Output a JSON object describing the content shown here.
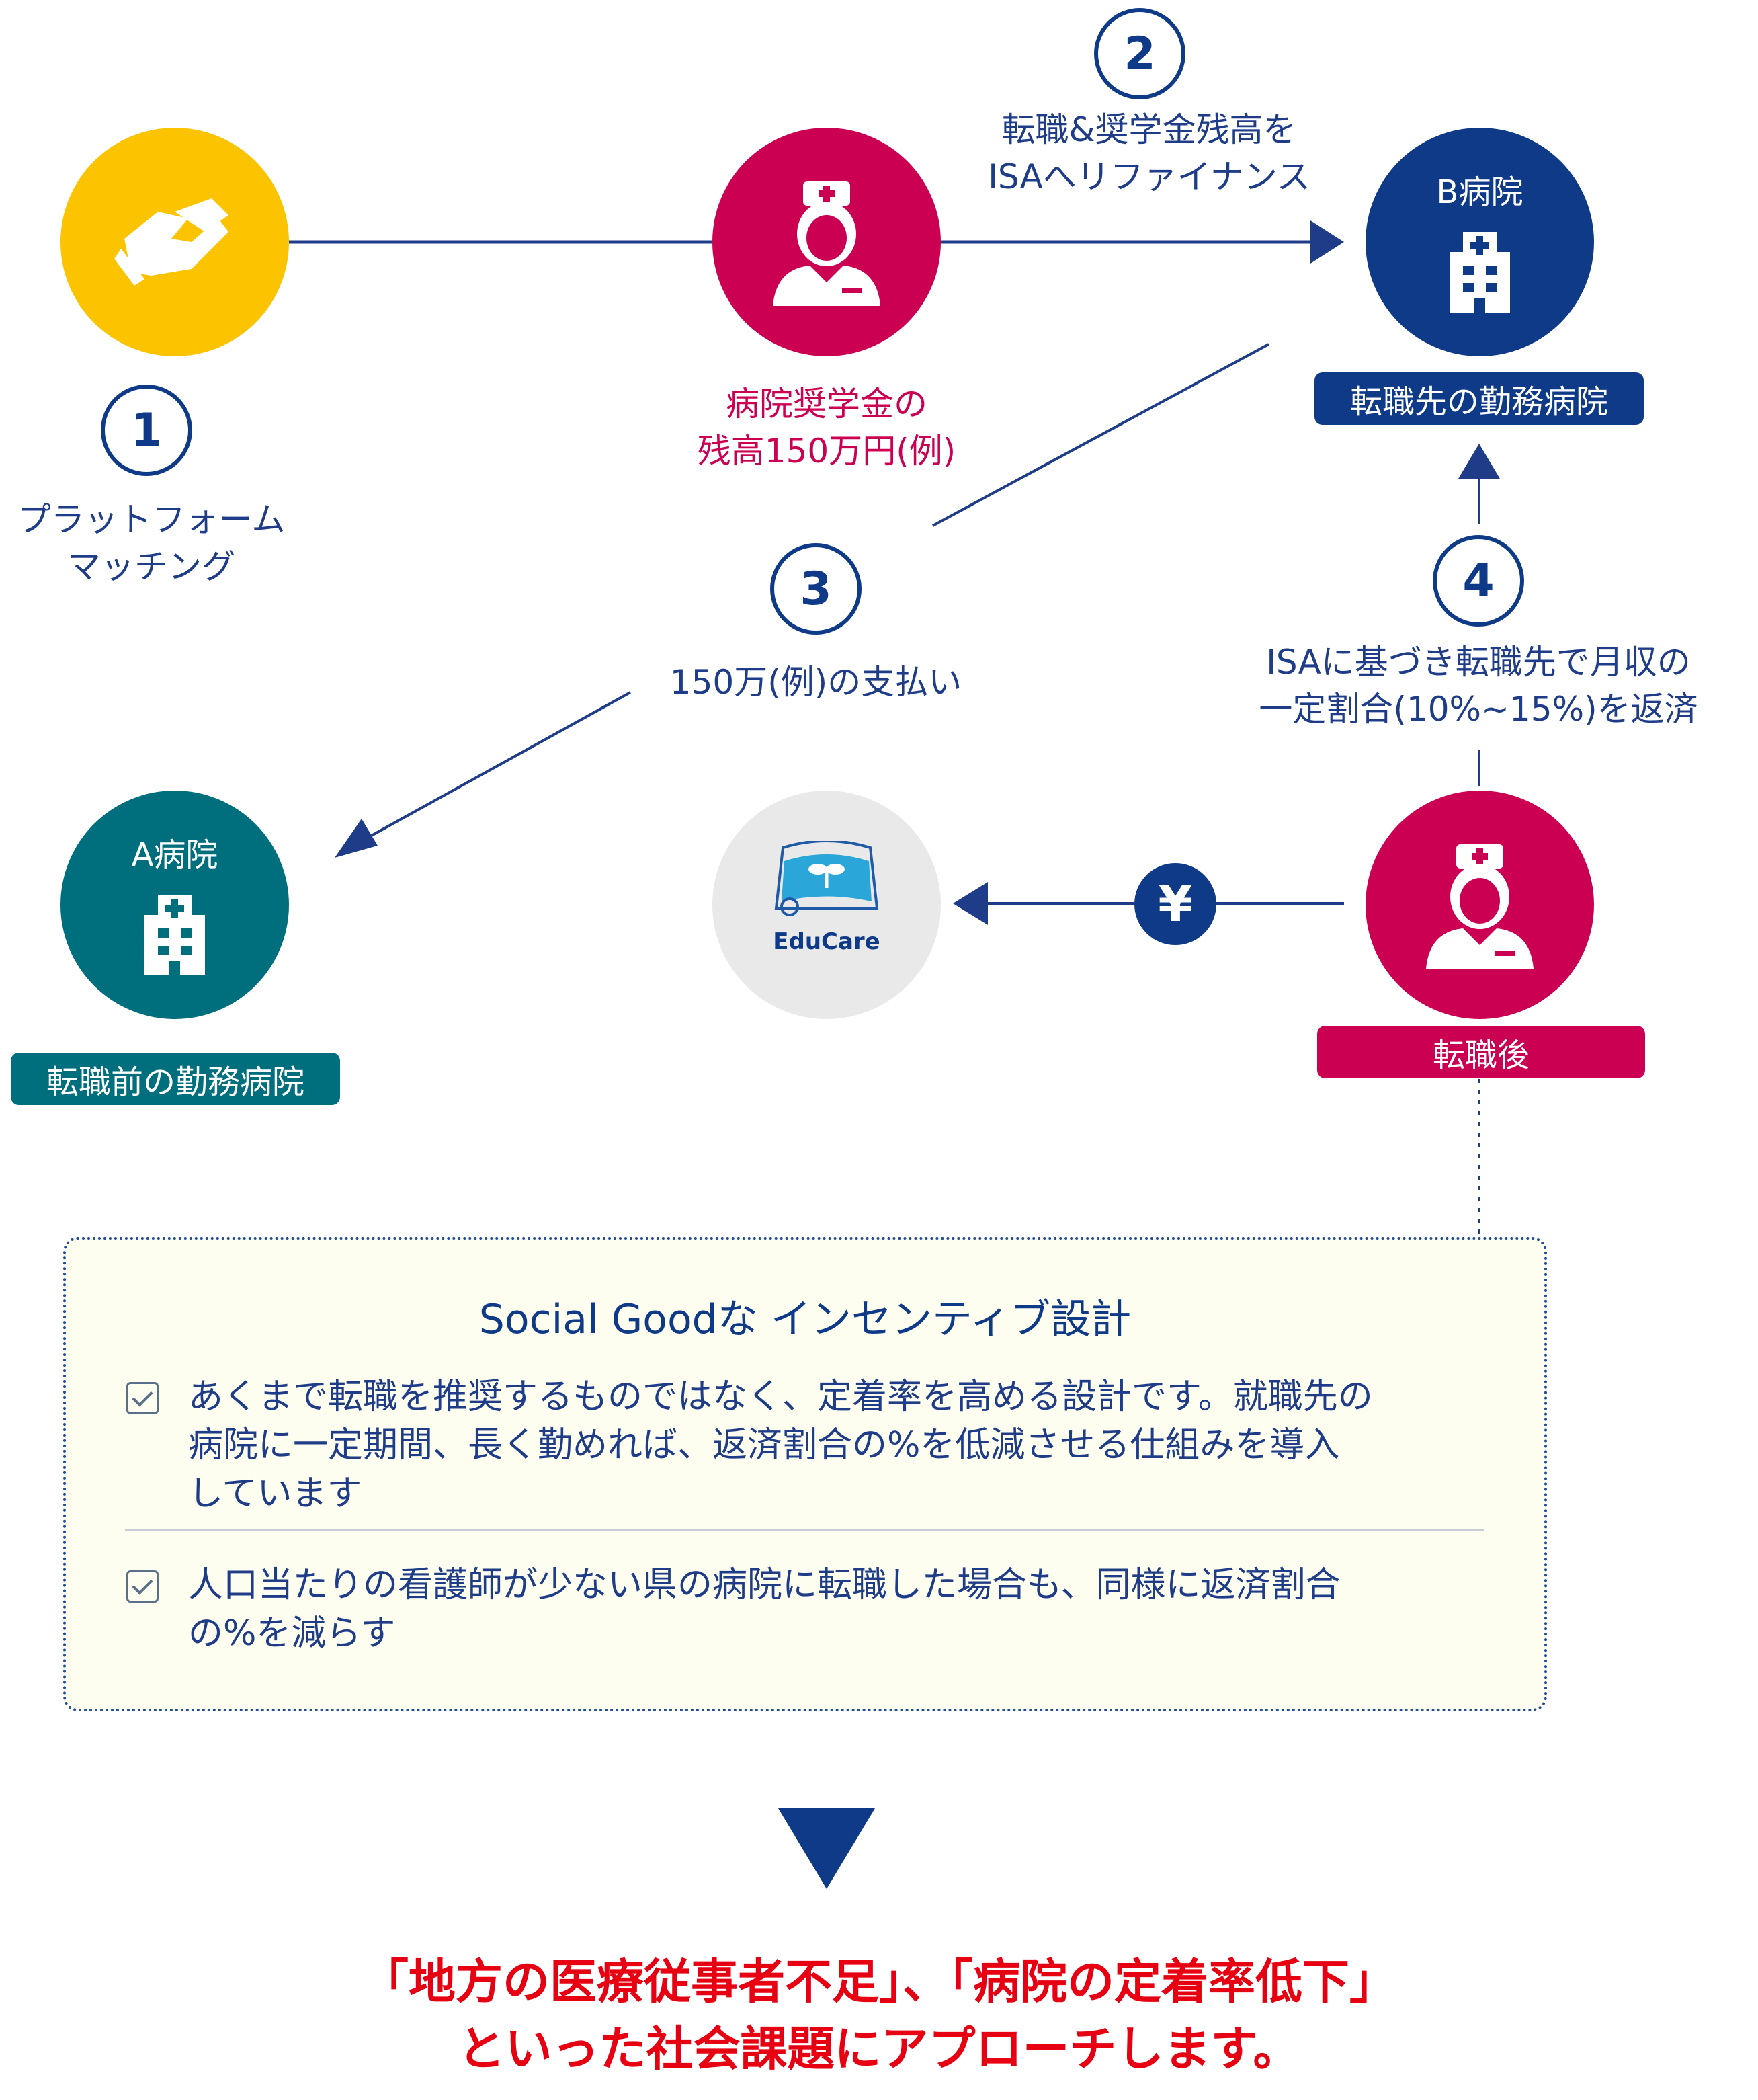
{
  "steps": {
    "s1": {
      "num": "1",
      "label_line1": "プラットフォーム",
      "label_line2": "マッチング"
    },
    "s2": {
      "num": "2",
      "label_line1": "転職&奨学金残高を",
      "label_line2": "ISAへリファイナンス"
    },
    "s3": {
      "num": "3",
      "label": "150万(例)の支払い"
    },
    "s4": {
      "num": "4",
      "label_line1": "ISAに基づき転職先で月収の",
      "label_line2": "一定割合(10%~15%)を返済"
    }
  },
  "nurse_top": {
    "label_line1": "病院奨学金の",
    "label_line2": "残高150万円(例)"
  },
  "hospital_b": {
    "name": "B病院",
    "badge": "転職先の勤務病院"
  },
  "hospital_a": {
    "name": "A病院",
    "badge": "転職前の勤務病院"
  },
  "nurse_after": {
    "badge": "転職後"
  },
  "yen": {
    "symbol": "¥"
  },
  "educare": {
    "name": "EduCare"
  },
  "panel": {
    "title": "Social Goodな インセンティブ設計",
    "items": [
      {
        "text": "あくまで転職を推奨するものではなく、定着率を高める設計です。就職先の\n病院に一定期間、長く勤めれば、返済割合の%を低減させる仕組みを導入\nしています"
      },
      {
        "text": "人口当たりの看護師が少ない県の病院に転職した場合も、同様に返済割合\nの%を減らす"
      }
    ]
  },
  "conclusion": {
    "line1": "「地方の医療従事者不足」、「病院の定着率低下」",
    "line2": "といった社会課題にアプローチします。"
  },
  "colors": {
    "navy": "#0f3a88",
    "yellow": "#fcc300",
    "crimson": "#cc0052",
    "teal": "#006f7d",
    "gray": "#e9e9e9",
    "red": "#e60012"
  },
  "icons": {
    "handshake": "handshake-icon",
    "nurse": "nurse-icon",
    "hospital": "hospital-building-icon",
    "book": "book-sprout-icon"
  }
}
